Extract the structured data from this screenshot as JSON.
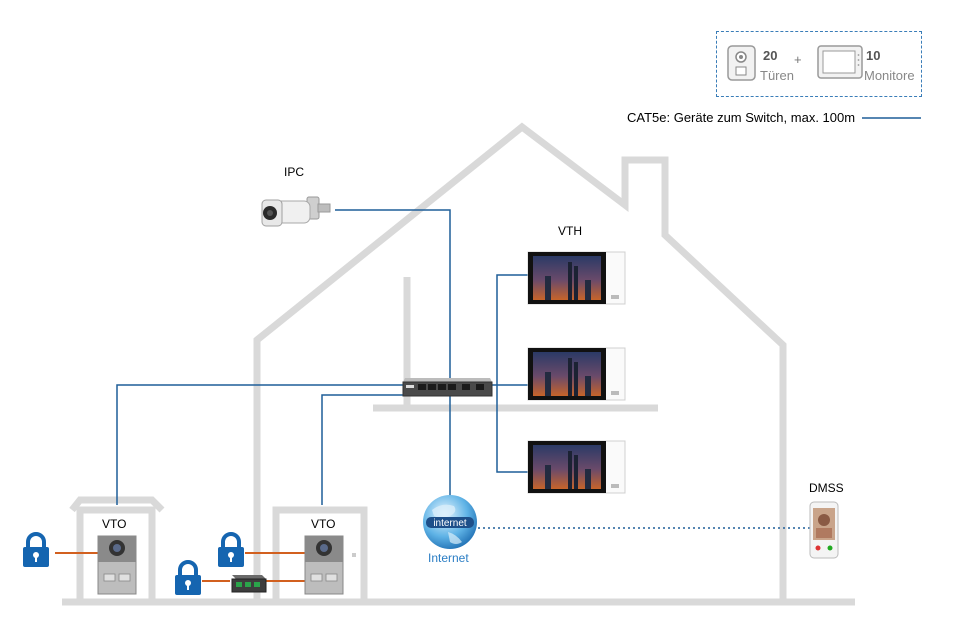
{
  "legend": {
    "doors_count": "20",
    "doors_label": "Türen",
    "plus": "+",
    "monitors_count": "10",
    "monitors_label": "Monitore",
    "cable_note": "CAT5e: Geräte zum Switch, max. 100m"
  },
  "devices": {
    "ipc_label": "IPC",
    "vth_label": "VTH",
    "vto_label_1": "VTO",
    "vto_label_2": "VTO",
    "dmss_label": "DMSS",
    "internet_globe_text": "internet",
    "internet_label": "Internet"
  },
  "colors": {
    "cable_blue": "#1f5f99",
    "lock_orange": "#d2601f",
    "lock_blue": "#1565b0",
    "house_outline": "#d9d9d9",
    "dotted_link": "#1f5f99"
  }
}
